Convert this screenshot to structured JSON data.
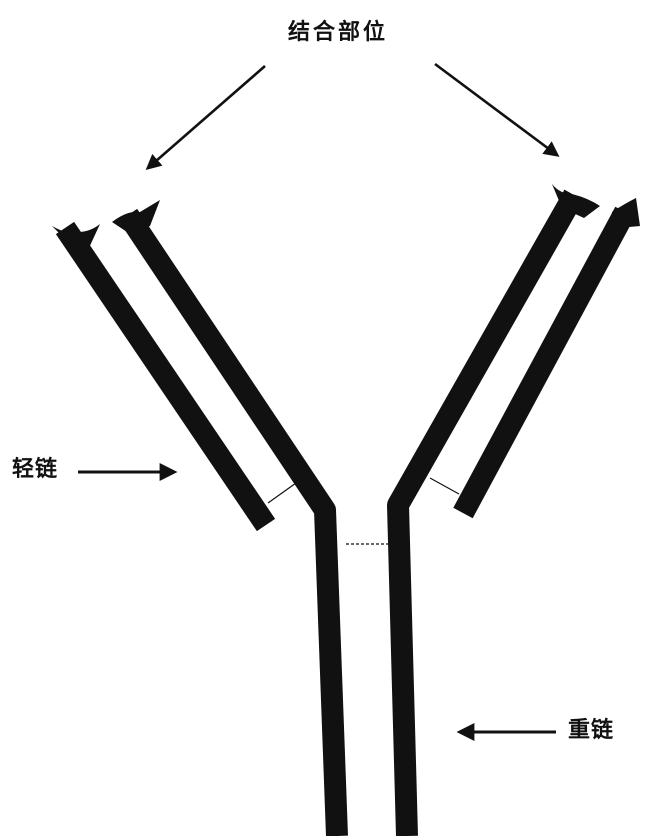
{
  "labels": {
    "binding_site": "结合部位",
    "light_chain": "轻链",
    "heavy_chain": "重链"
  },
  "colors": {
    "chain": "#111111",
    "background": "#ffffff"
  }
}
